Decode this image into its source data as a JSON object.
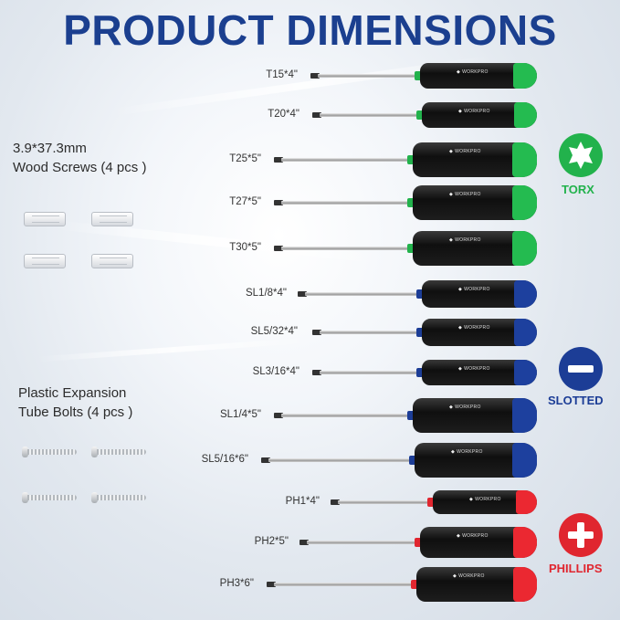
{
  "title": "PRODUCT DIMENSIONS",
  "left": {
    "wood_screws_label_1": "3.9*37.3mm",
    "wood_screws_label_2": "Wood Screws (4 pcs )",
    "anchors_label_1": "Plastic Expansion",
    "anchors_label_2": "Tube Bolts (4 pcs )"
  },
  "brand_text": "WORKPRO",
  "categories": {
    "torx": {
      "label": "TORX",
      "color": "#22b24c"
    },
    "slotted": {
      "label": "SLOTTED",
      "color": "#1c3d96"
    },
    "phillips": {
      "label": "PHILLIPS",
      "color": "#e0262f"
    }
  },
  "screwdrivers": [
    {
      "label": "T15*4\"",
      "type": "torx"
    },
    {
      "label": "T20*4\"",
      "type": "torx"
    },
    {
      "label": "T25*5\"",
      "type": "torx"
    },
    {
      "label": "T27*5\"",
      "type": "torx"
    },
    {
      "label": "T30*5\"",
      "type": "torx"
    },
    {
      "label": "SL1/8*4\"",
      "type": "slotted"
    },
    {
      "label": "SL5/32*4\"",
      "type": "slotted"
    },
    {
      "label": "SL3/16*4\"",
      "type": "slotted"
    },
    {
      "label": "SL1/4*5\"",
      "type": "slotted"
    },
    {
      "label": "SL5/16*6\"",
      "type": "slotted"
    },
    {
      "label": "PH1*4\"",
      "type": "phillips"
    },
    {
      "label": "PH2*5\"",
      "type": "phillips"
    },
    {
      "label": "PH3*6\"",
      "type": "phillips"
    }
  ]
}
